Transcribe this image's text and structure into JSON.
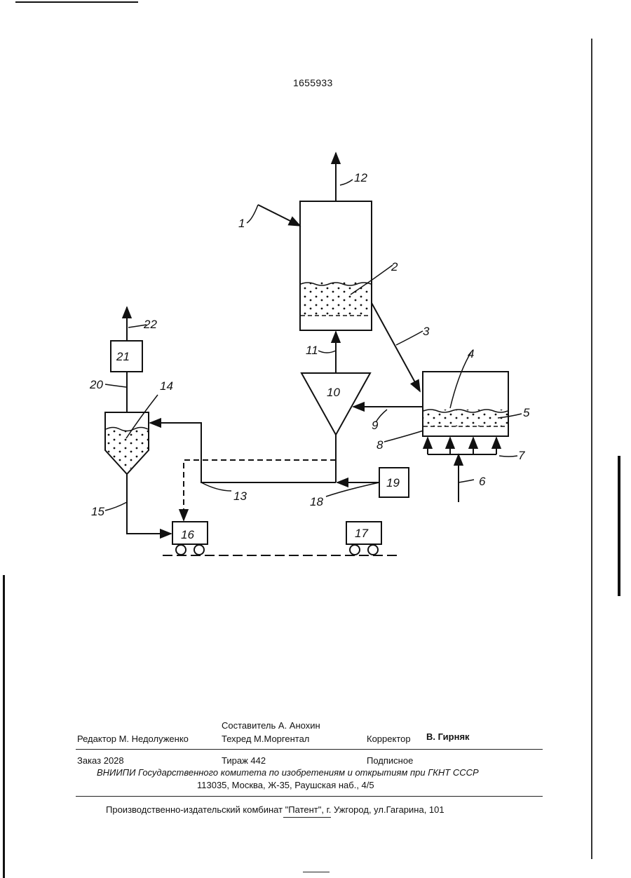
{
  "header": {
    "patent_number": "1655933"
  },
  "diagram": {
    "labels": [
      "1",
      "2",
      "3",
      "4",
      "5",
      "6",
      "7",
      "8",
      "9",
      "10",
      "11",
      "12",
      "13",
      "14",
      "15",
      "16",
      "17",
      "18",
      "19",
      "20",
      "21",
      "22"
    ]
  },
  "imprint": {
    "compiler": "Составитель А. Анохин",
    "editor": "Редактор  М. Недолуженко",
    "tech_editor": "Техред М.Моргентал",
    "corrector_label": "Корректор",
    "corrector_name": "В. Гирняк",
    "order": "Заказ  2028",
    "circulation": "Тираж 442",
    "subscription": "Подписное",
    "organization": "ВНИИПИ Государственного комитета по изобретениям и открытиям при ГКНТ СССР",
    "address": "113035, Москва, Ж-35, Раушская наб., 4/5",
    "publisher": "Производственно-издательский комбинат \"Патент\", г. Ужгород, ул.Гагарина, 101"
  }
}
